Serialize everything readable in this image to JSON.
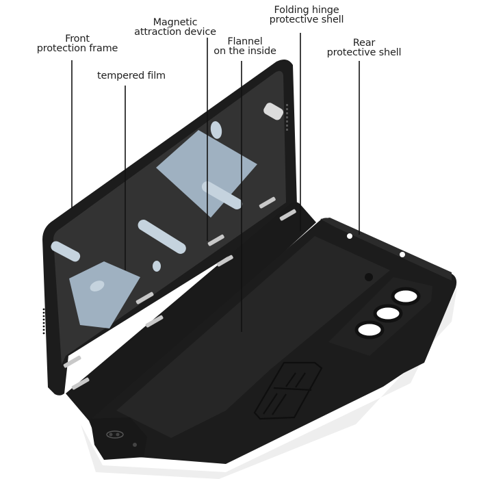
{
  "diagram": {
    "subject": "Foldable phone case exploded view",
    "colors": {
      "background": "#ffffff",
      "case_black": "#1c1c1c",
      "case_dark": "#2b2b2b",
      "flannel": "#262626",
      "film": "#9fb1c1",
      "film_highlight": "#c5d3de",
      "magnet_strip": "#c8c8c8",
      "label_text": "#1e1e1e",
      "leader_line": "#111111"
    },
    "labels": [
      {
        "id": "front-frame",
        "line1": "Front",
        "line2": "protection frame"
      },
      {
        "id": "tempered-film",
        "line1": "tempered film",
        "line2": ""
      },
      {
        "id": "magnetic",
        "line1": "Magnetic",
        "line2": "attraction device"
      },
      {
        "id": "flannel",
        "line1": "Flannel",
        "line2": "on the inside"
      },
      {
        "id": "hinge",
        "line1": "Folding hinge",
        "line2": "protective shell"
      },
      {
        "id": "rear",
        "line1": "Rear",
        "line2": "protective shell"
      }
    ],
    "parts": [
      "front protection frame",
      "tempered film",
      "magnetic attraction strips",
      "flannel lining",
      "folding hinge protective shell",
      "rear protective shell",
      "camera cutouts (3)",
      "kickstand"
    ]
  }
}
